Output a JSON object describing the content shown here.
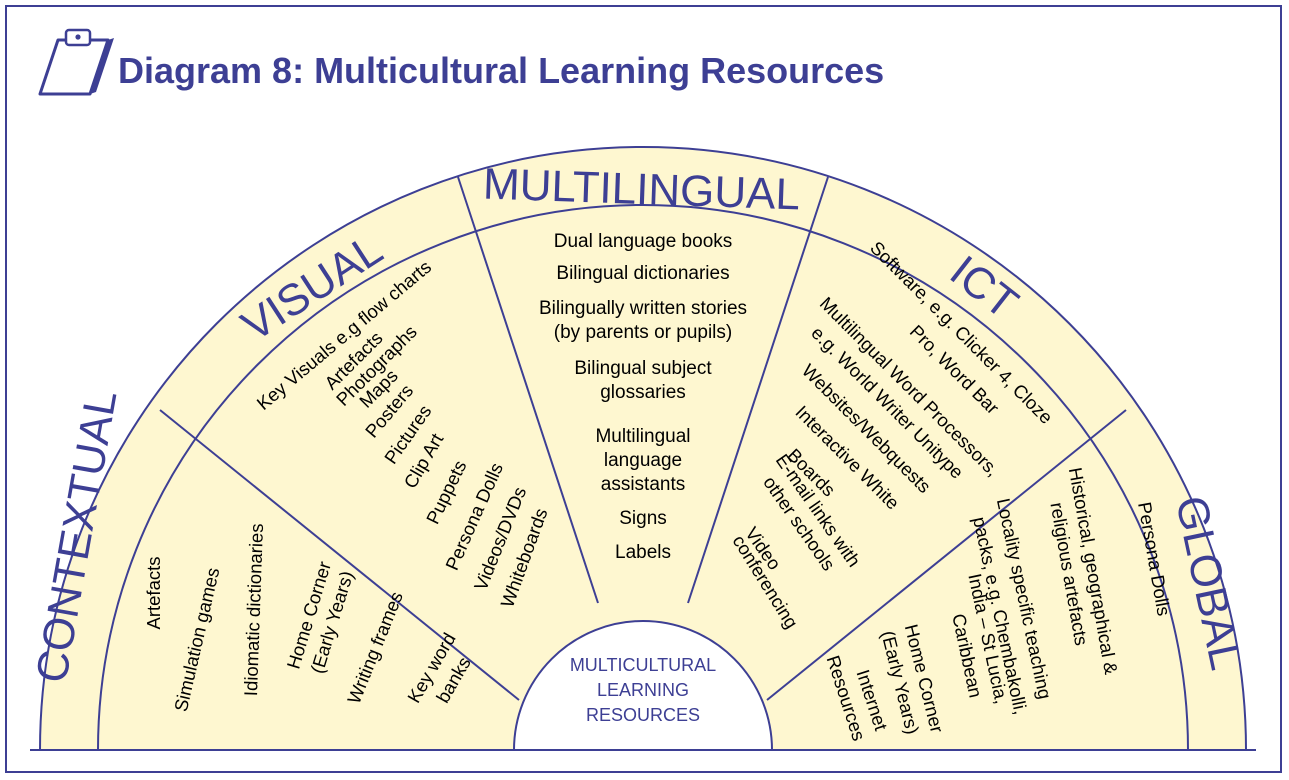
{
  "header": {
    "title": "Diagram 8: Multicultural Learning Resources"
  },
  "colors": {
    "border": "#3d3f94",
    "fill": "#fef7d0",
    "text": "#000000"
  },
  "icons": {
    "title_icon": "clipboard-pencil-icon"
  },
  "diagram": {
    "center_lines": [
      "MULTICULTURAL",
      "LEARNING",
      "RESOURCES"
    ],
    "sectors": [
      {
        "id": "contextual",
        "label": "CONTEXTUAL",
        "items": [
          "Artefacts",
          "Simulation games",
          "Idiomatic dictionaries",
          "Home Corner",
          "(Early Years)",
          "Writing frames",
          "Key word",
          "banks"
        ]
      },
      {
        "id": "visual",
        "label": "VISUAL",
        "items": [
          "Key Visuals e.g flow charts",
          "Artefacts",
          "Photographs",
          "Maps",
          "Posters",
          "Pictures",
          "Clip Art",
          "Puppets",
          "Persona Dolls",
          "Videos/DVDs",
          "Whiteboards"
        ]
      },
      {
        "id": "multilingual",
        "label": "MULTILINGUAL",
        "items": [
          "Dual language books",
          "Bilingual dictionaries",
          "Bilingually written stories",
          "(by parents or pupils)",
          "Bilingual subject",
          "glossaries",
          "Multilingual",
          "language",
          "assistants",
          "Signs",
          "Labels"
        ]
      },
      {
        "id": "ict",
        "label": "ICT",
        "items": [
          "Software, e.g. Clicker 4, Cloze",
          "Pro, Word Bar",
          "Multilingual Word Processors,",
          "e.g. World Writer Unitype",
          "Websites/Webquests",
          "Interactive White",
          "Boards",
          "E-mail links with",
          "other schools",
          "Video",
          "conferencing"
        ]
      },
      {
        "id": "global",
        "label": "GLOBAL",
        "items": [
          "Persona Dolls",
          "Historical, geographical &",
          "religious artefacts",
          "Locality specific teaching",
          "packs, e.g. Chembakolli,",
          "India – St Lucia,",
          "Caribbean",
          "Home Corner",
          "(Early Years)",
          "Internet",
          "Resources"
        ]
      }
    ]
  }
}
